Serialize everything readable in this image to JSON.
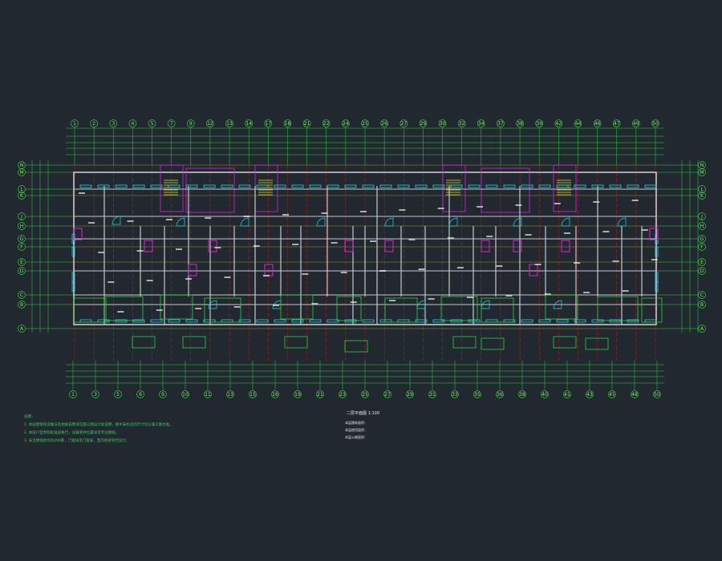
{
  "drawing": {
    "column_axes_top": [
      "1",
      "2",
      "3",
      "4",
      "5",
      "7",
      "9",
      "12",
      "13",
      "14",
      "17",
      "18",
      "21",
      "22",
      "24",
      "25",
      "26",
      "27",
      "29",
      "30",
      "32",
      "34",
      "37",
      "38",
      "39",
      "42",
      "44",
      "46",
      "47",
      "49",
      "50"
    ],
    "column_axes_bottom": [
      "1",
      "3",
      "5",
      "6",
      "9",
      "10",
      "11",
      "13",
      "15",
      "16",
      "19",
      "21",
      "23",
      "25",
      "27",
      "29",
      "31",
      "33",
      "35",
      "36",
      "38",
      "40",
      "41",
      "43",
      "45",
      "48",
      "50"
    ],
    "row_axes": [
      "N",
      "M",
      "L",
      "K",
      "J",
      "H",
      "G",
      "F",
      "E",
      "D",
      "C",
      "B",
      "A"
    ]
  },
  "legend_title": "二层平面图 1:100",
  "legend_lines": [
    "本层建筑面积：",
    "本层使用面积：",
    "本层公摊面积："
  ],
  "notes_heading": "说明：",
  "notes": [
    "1. 本层建筑构造做法及相关说明详见施工图设计总说明，图中未标注的尺寸均以施工图为准。",
    "2. 本层户型参照标准层执行，设备管井位置详见专业图纸。",
    "3. 未注明墙体均为200厚，门窗详见门窗表，室内装修另行设计。"
  ],
  "colors": {
    "background": "#212830",
    "grid": "#2bd43a",
    "axis_red": "#e02020",
    "wall": "#c8c8c8",
    "window": "#20d8e8",
    "accent_magenta": "#e020e0",
    "stair": "#e8e020",
    "text": "#e8e8e8"
  }
}
